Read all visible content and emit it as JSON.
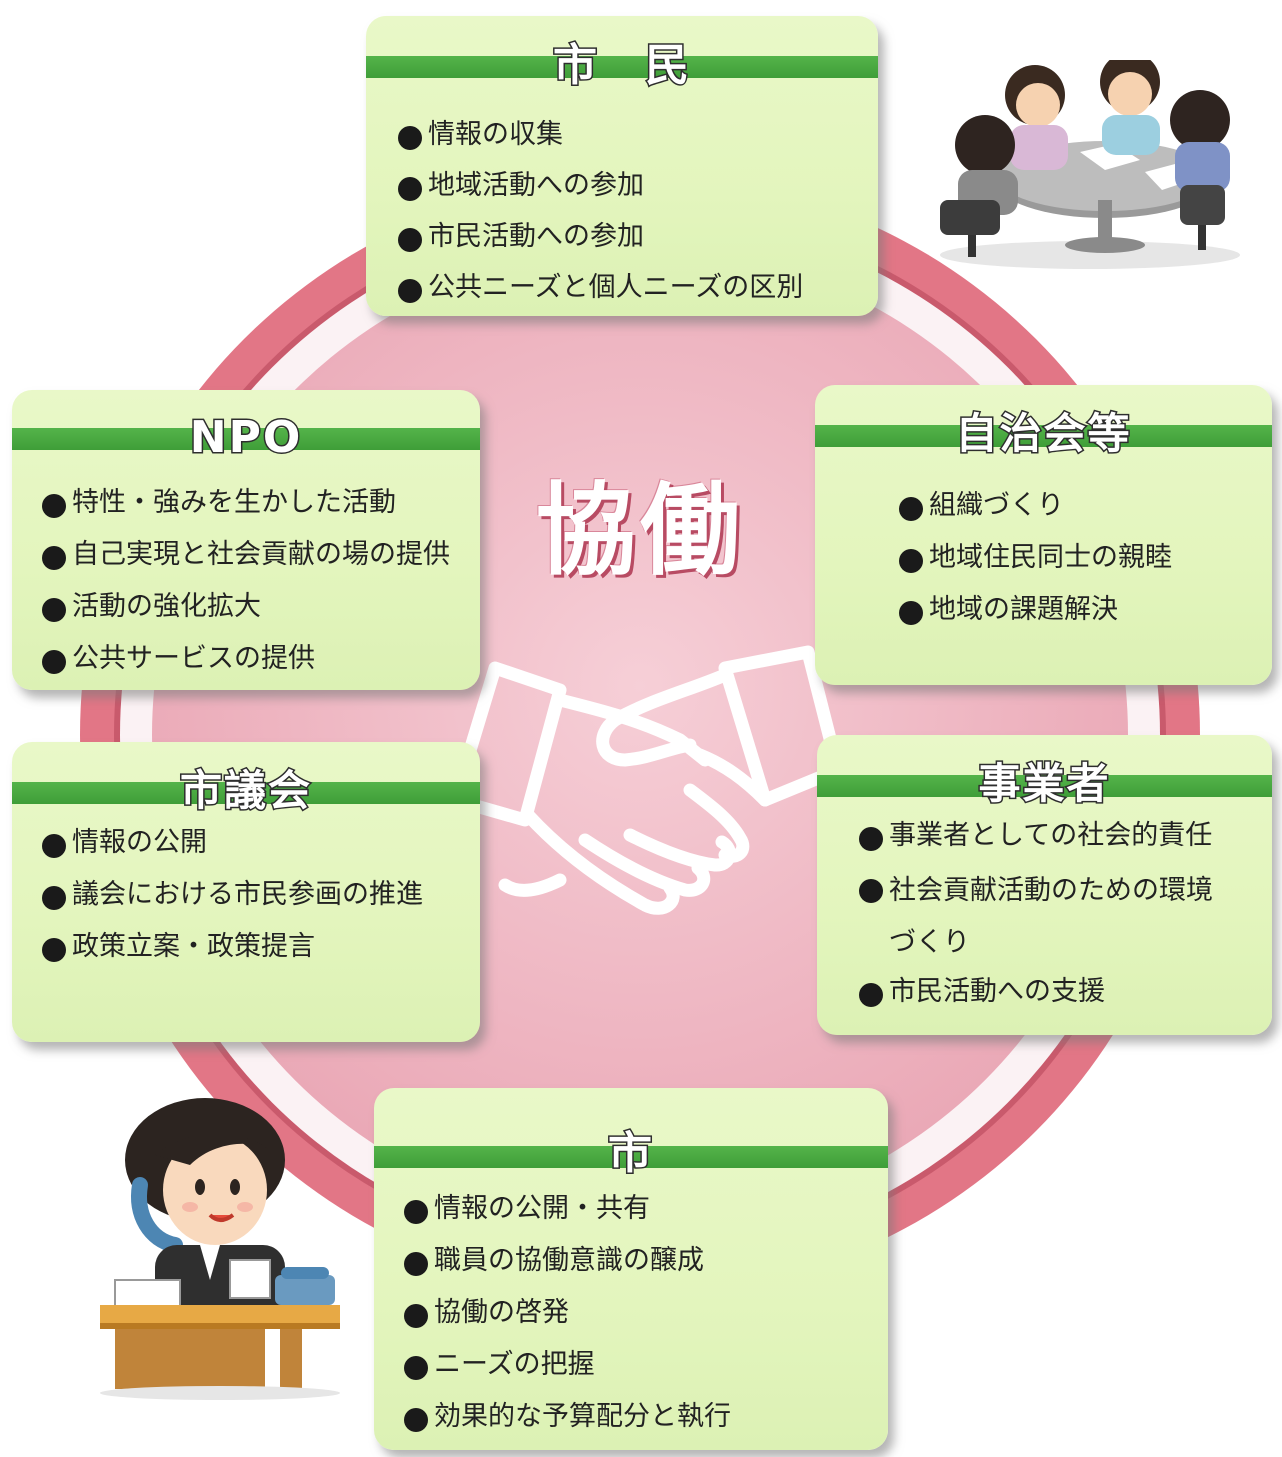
{
  "center": {
    "title": "協働"
  },
  "colors": {
    "ring": "#e0707e",
    "disc": "#f2bfca",
    "card": "#e4f6be",
    "bar": "#4aa942",
    "handshake": "#ffffff"
  },
  "boxes": {
    "citizens": {
      "title": "市　民",
      "items": [
        "情報の収集",
        "地域活動への参加",
        "市民活動への参加",
        "公共ニーズと個人ニーズの区別"
      ]
    },
    "npo": {
      "title": "NPO",
      "items": [
        "特性・強みを生かした活動",
        "自己実現と社会貢献の場の提供",
        "活動の強化拡大",
        "公共サービスの提供"
      ]
    },
    "community": {
      "title": "自治会等",
      "items": [
        "組織づくり",
        "地域住民同士の親睦",
        "地域の課題解決"
      ]
    },
    "council": {
      "title": "市議会",
      "items": [
        "情報の公開",
        "議会における市民参画の推進",
        "政策立案・政策提言"
      ]
    },
    "business": {
      "title": "事業者",
      "items": [
        "事業者としての社会的責任",
        "社会貢献活動のための環境",
        "市民活動への支援"
      ],
      "item_continuation": "づくり"
    },
    "city": {
      "title": "市",
      "items": [
        "情報の公開・共有",
        "職員の協働意識の醸成",
        "協働の啓発",
        "ニーズの把握",
        "効果的な予算配分と執行"
      ]
    }
  },
  "illustrations": {
    "meeting": "meeting-people-illustration",
    "office_worker": "office-worker-phone-illustration"
  }
}
